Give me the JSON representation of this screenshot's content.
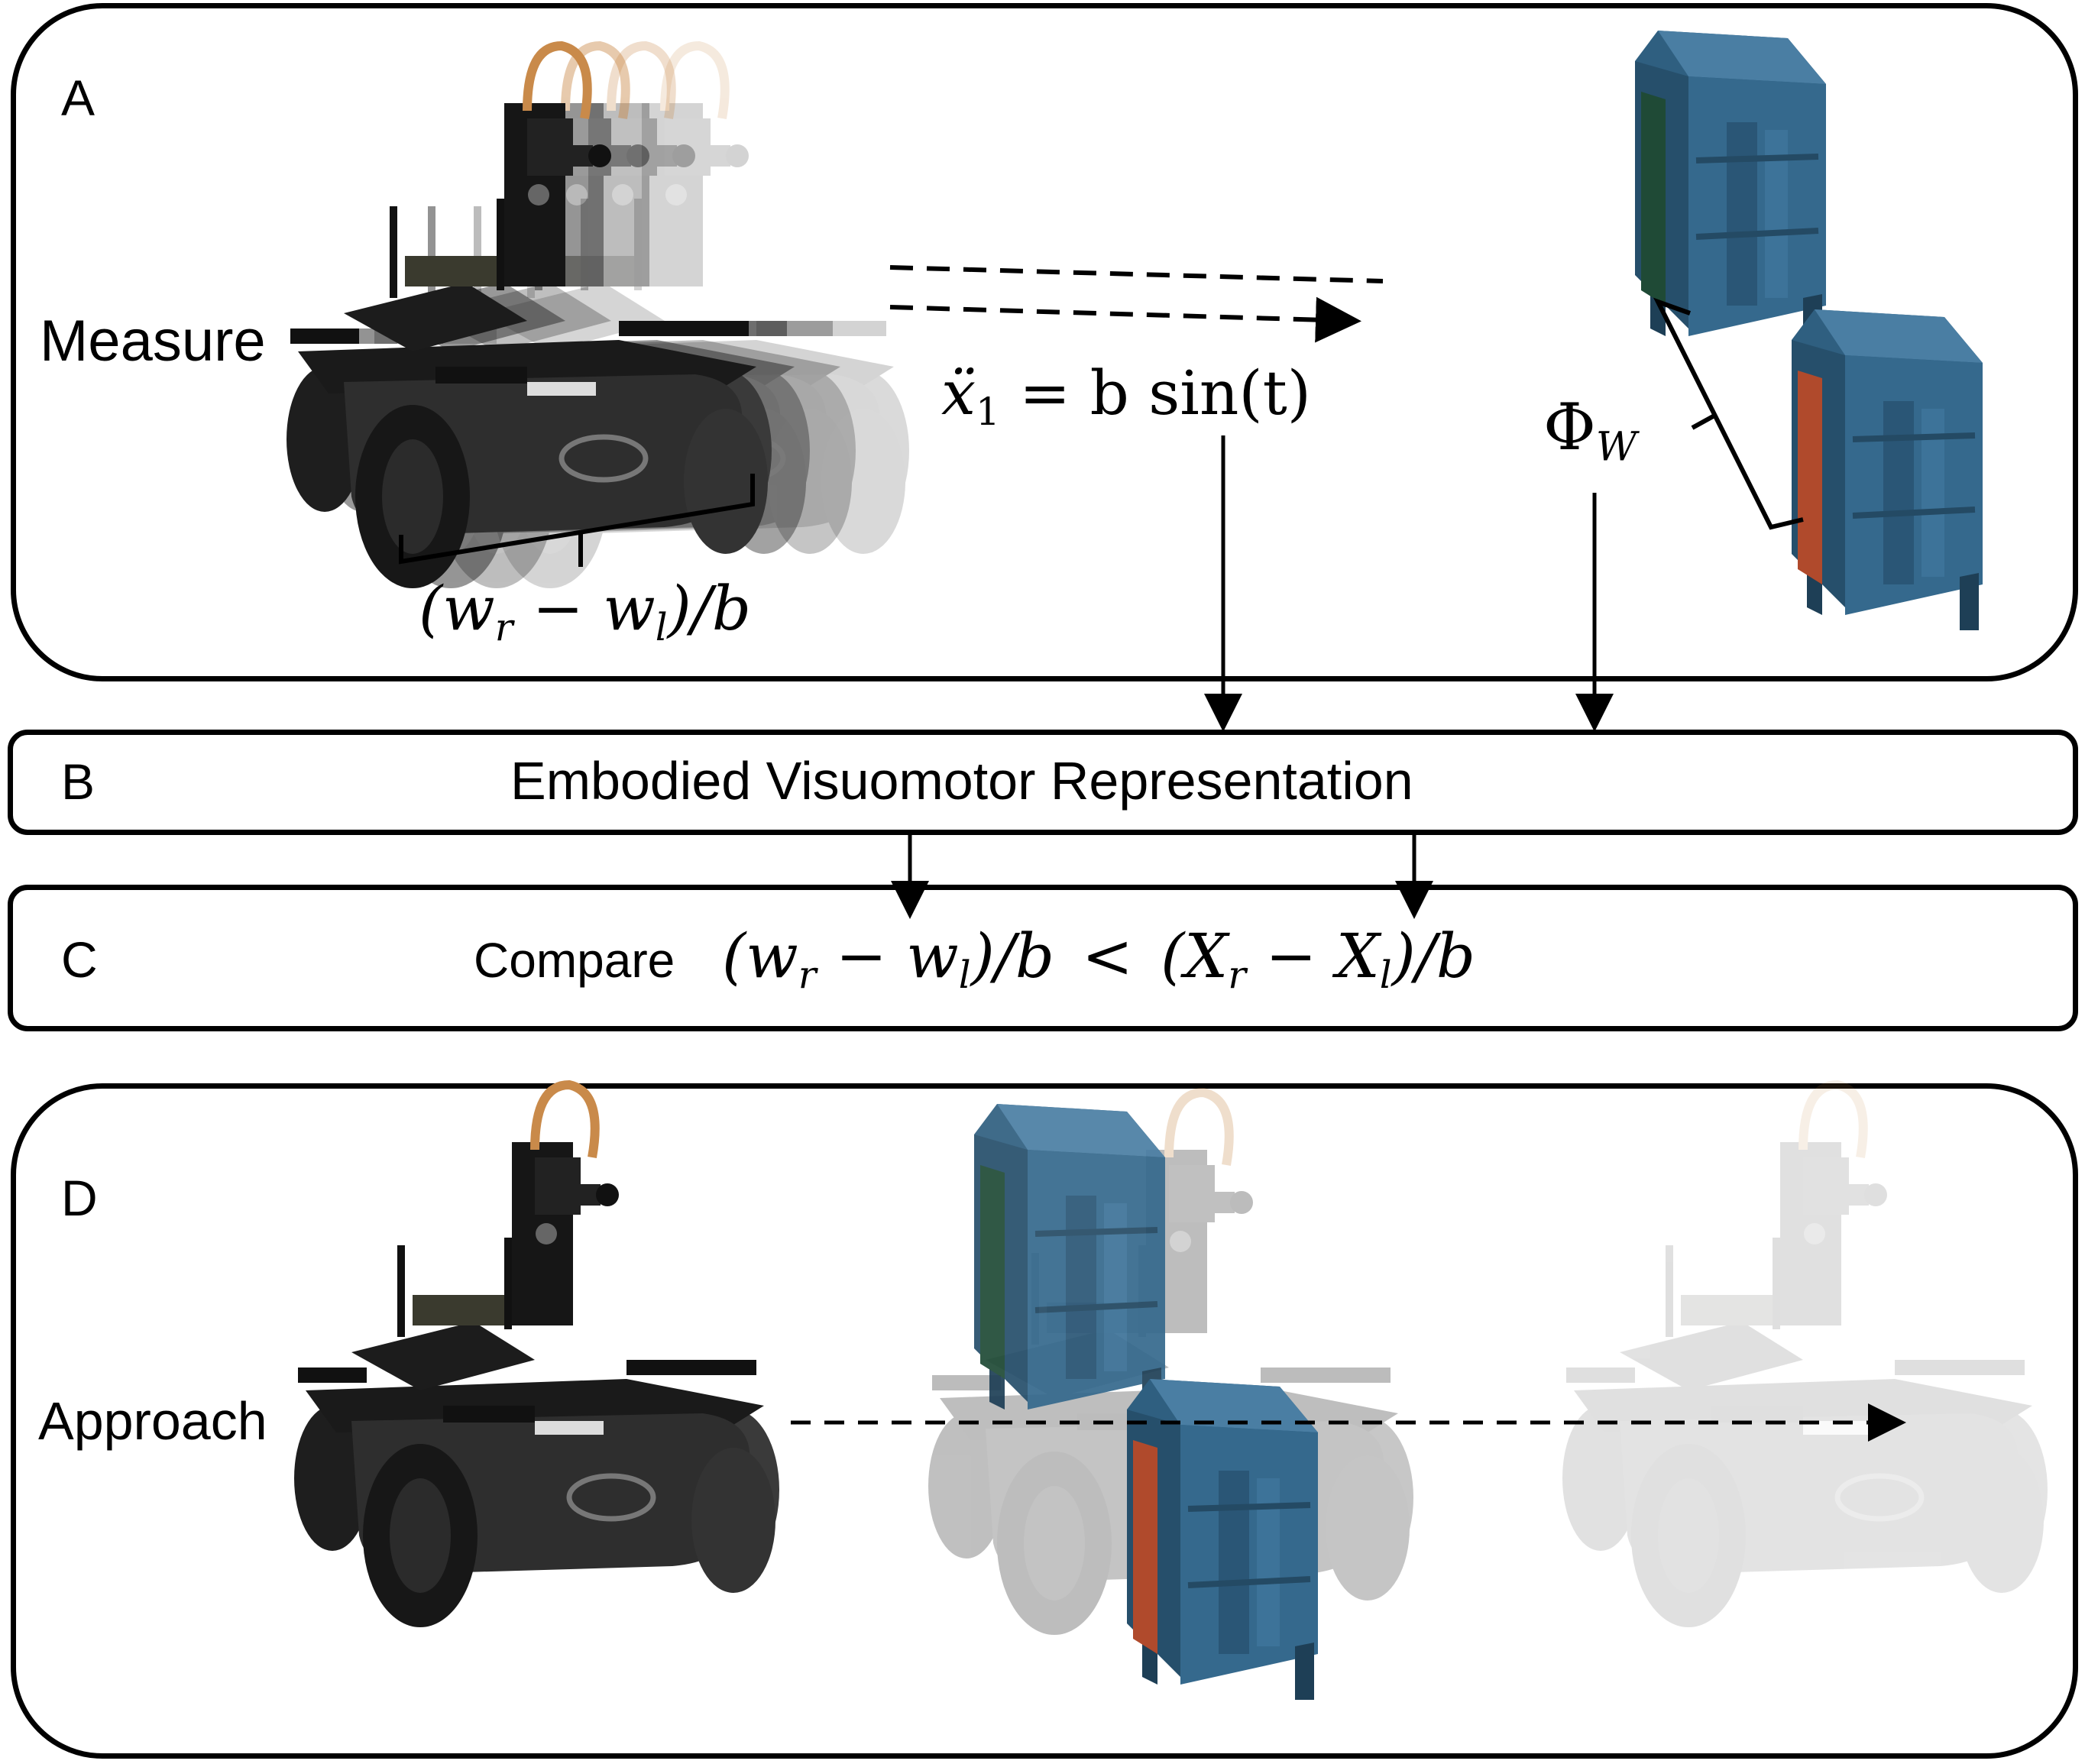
{
  "panels": {
    "a": {
      "letter": "A",
      "measure_label": "Measure",
      "eq_accel_lhs": "ẍ",
      "eq_accel_sub": "1",
      "eq_accel_rhs": " = b sin(t)",
      "phi_main": "Φ",
      "phi_sub": "W",
      "width_expr_open": "(w",
      "width_expr_sub_r": "r",
      "width_expr_mid": " − w",
      "width_expr_sub_l": "l",
      "width_expr_close": ")/b"
    },
    "b": {
      "letter": "B",
      "title": "Embodied Visuomotor Representation"
    },
    "c": {
      "letter": "C",
      "compare_word": "Compare",
      "lhs_open": "(w",
      "lhs_sub_r": "r",
      "lhs_mid": " − w",
      "lhs_sub_l": "l",
      "lhs_close": ")/b",
      "relation": "<",
      "rhs_open": "(X",
      "rhs_sub_r": "r",
      "rhs_mid": " − X",
      "rhs_sub_l": "l",
      "rhs_close": ")/b"
    },
    "d": {
      "letter": "D",
      "approach_label": "Approach"
    }
  },
  "colors": {
    "robot_body": "#2b2b2b",
    "robot_dark": "#151515",
    "box_blue": "#2f5f80",
    "box_blue_light": "#4a7ea3",
    "panel_green": "#1f4a36",
    "panel_red": "#b04a2c",
    "cable": "#c98a4a"
  },
  "icons": [
    "robot-icon",
    "box-icon",
    "dashed-arrow-icon",
    "bracket-icon"
  ]
}
